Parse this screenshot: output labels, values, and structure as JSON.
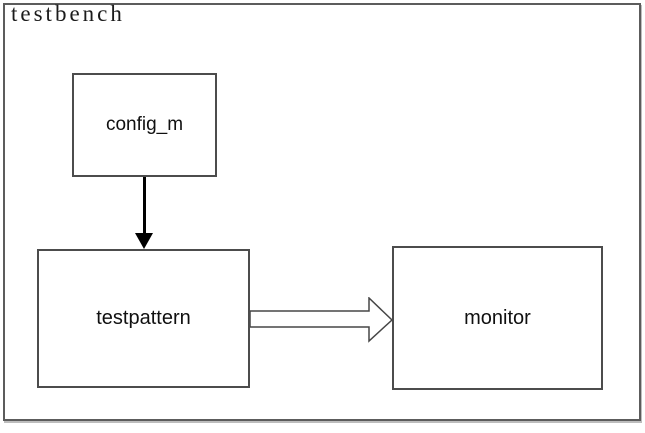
{
  "diagram": {
    "title": "testbench",
    "blocks": [
      {
        "id": "config_m",
        "label": "config_m"
      },
      {
        "id": "testpattern",
        "label": "testpattern"
      },
      {
        "id": "monitor",
        "label": "monitor"
      }
    ],
    "connections": [
      {
        "from": "config_m",
        "to": "testpattern",
        "style": "solid-filled-arrow",
        "direction": "down"
      },
      {
        "from": "testpattern",
        "to": "monitor",
        "style": "hollow-block-arrow",
        "direction": "right"
      }
    ],
    "colors": {
      "outer_border": "#5c5c5c",
      "block_border": "#4c4c4c",
      "background": "#ffffff",
      "text": "#101010",
      "solid_arrow": "#000000",
      "hollow_arrow_outline": "#464646",
      "hollow_arrow_fill": "#ffffff"
    }
  }
}
